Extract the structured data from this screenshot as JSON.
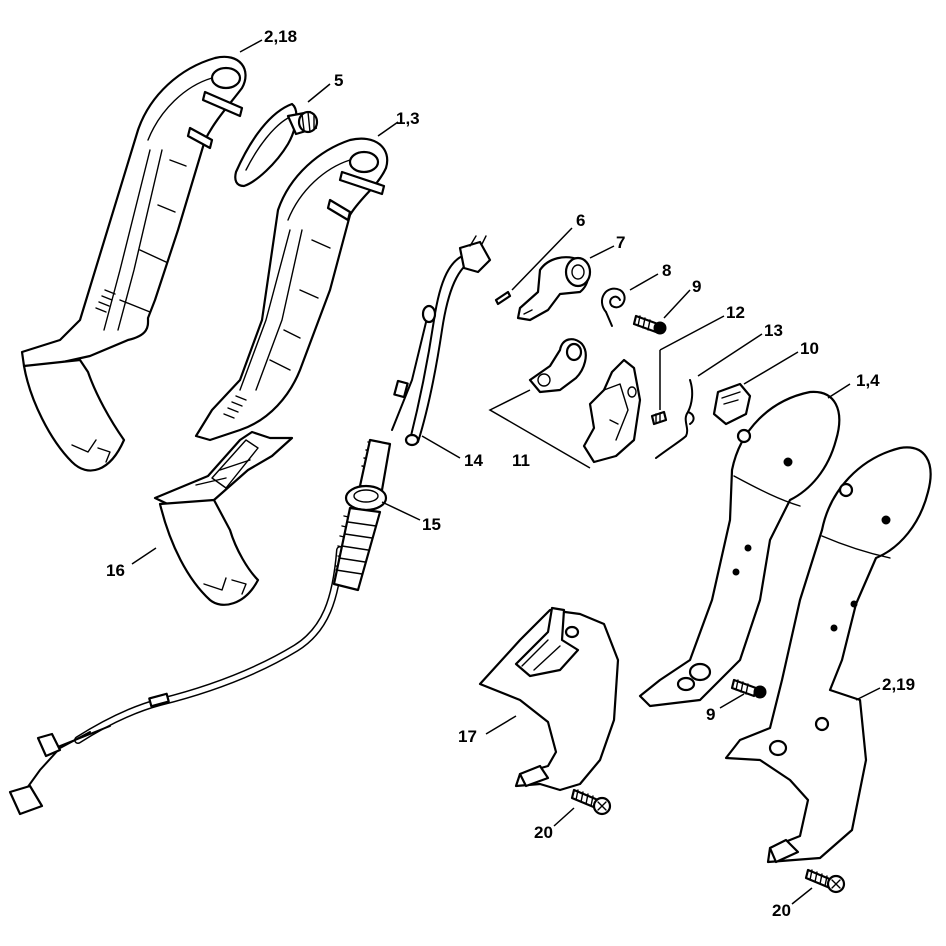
{
  "labels": {
    "l_2_18": "2,18",
    "l_5": "5",
    "l_1_3": "1,3",
    "l_6": "6",
    "l_7": "7",
    "l_8": "8",
    "l_9a": "9",
    "l_12": "12",
    "l_13": "13",
    "l_10": "10",
    "l_1_4": "1,4",
    "l_14": "14",
    "l_11": "11",
    "l_15": "15",
    "l_16": "16",
    "l_17": "17",
    "l_9b": "9",
    "l_2_19": "2,19",
    "l_20a": "20",
    "l_20b": "20"
  },
  "colors": {
    "line": "#000000",
    "background": "#ffffff"
  }
}
